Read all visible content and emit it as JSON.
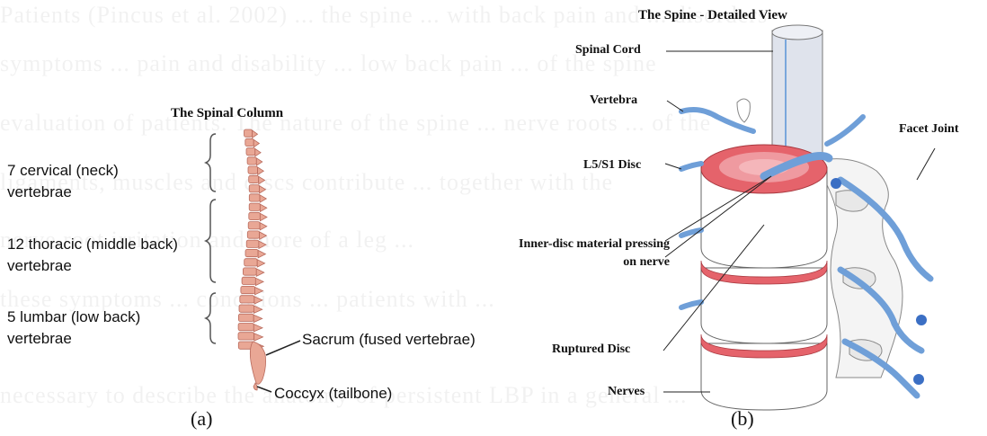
{
  "background_text": [
    "Patients (Pincus et al. 2002) ... the spine ... with back pain and ... disorders",
    "symptoms ... pain and disability ... low back pain ... of the spine",
    "evaluation of patients. The nature of the spine ... nerve roots ... of the",
    "ligaments, muscles and discs contribute ... together with the",
    "nerve root irritation and more of a leg ... ",
    "these symptoms ... conditions ... patients with ...",
    "necessary to describe the anatomy of persistent LBP in a general ..."
  ],
  "panel_a": {
    "title": "The Spinal Column",
    "labels": {
      "cervical": "7 cervical (neck) vertebrae",
      "thoracic": "12 thoracic (middle back) vertebrae",
      "lumbar": "5 lumbar (low back) vertebrae",
      "sacrum": "Sacrum (fused vertebrae)",
      "coccyx": "Coccyx (tailbone)"
    },
    "caption": "(a)"
  },
  "panel_b": {
    "title": "The Spine - Detailed View",
    "labels": {
      "spinal_cord": "Spinal Cord",
      "vertebra": "Vertebra",
      "facet_joint": "Facet Joint",
      "disc": "L5/S1 Disc",
      "inner_disc": "Inner-disc material pressing on nerve",
      "ruptured": "Ruptured Disc",
      "nerves": "Nerves"
    },
    "caption": "(b)"
  },
  "colors": {
    "bone": "#e9a795",
    "bone_dark": "#b86a5c",
    "disc": "#e5636b",
    "nerve": "#6f9fd8",
    "cord": "#dfe3ec"
  }
}
